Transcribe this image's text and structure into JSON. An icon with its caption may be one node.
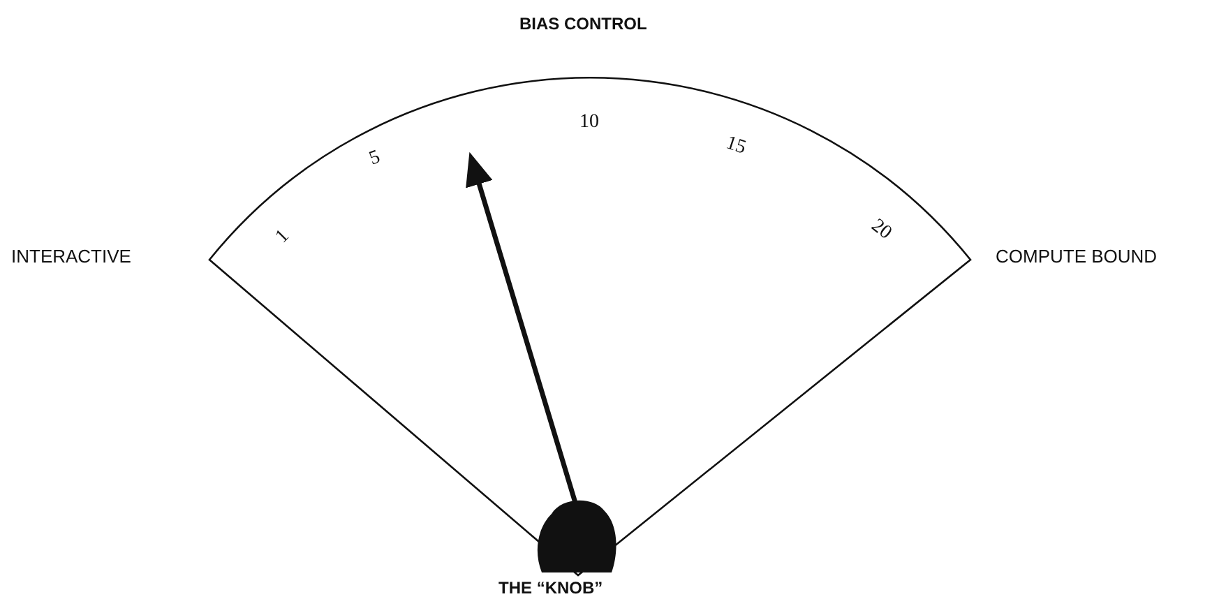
{
  "diagram": {
    "title": "BIAS CONTROL",
    "labels": [
      "INTERACTIVE",
      "1",
      "5",
      "10",
      "15",
      "20",
      "COMPUTE BOUND",
      "THE “KNOB”"
    ]
  }
}
